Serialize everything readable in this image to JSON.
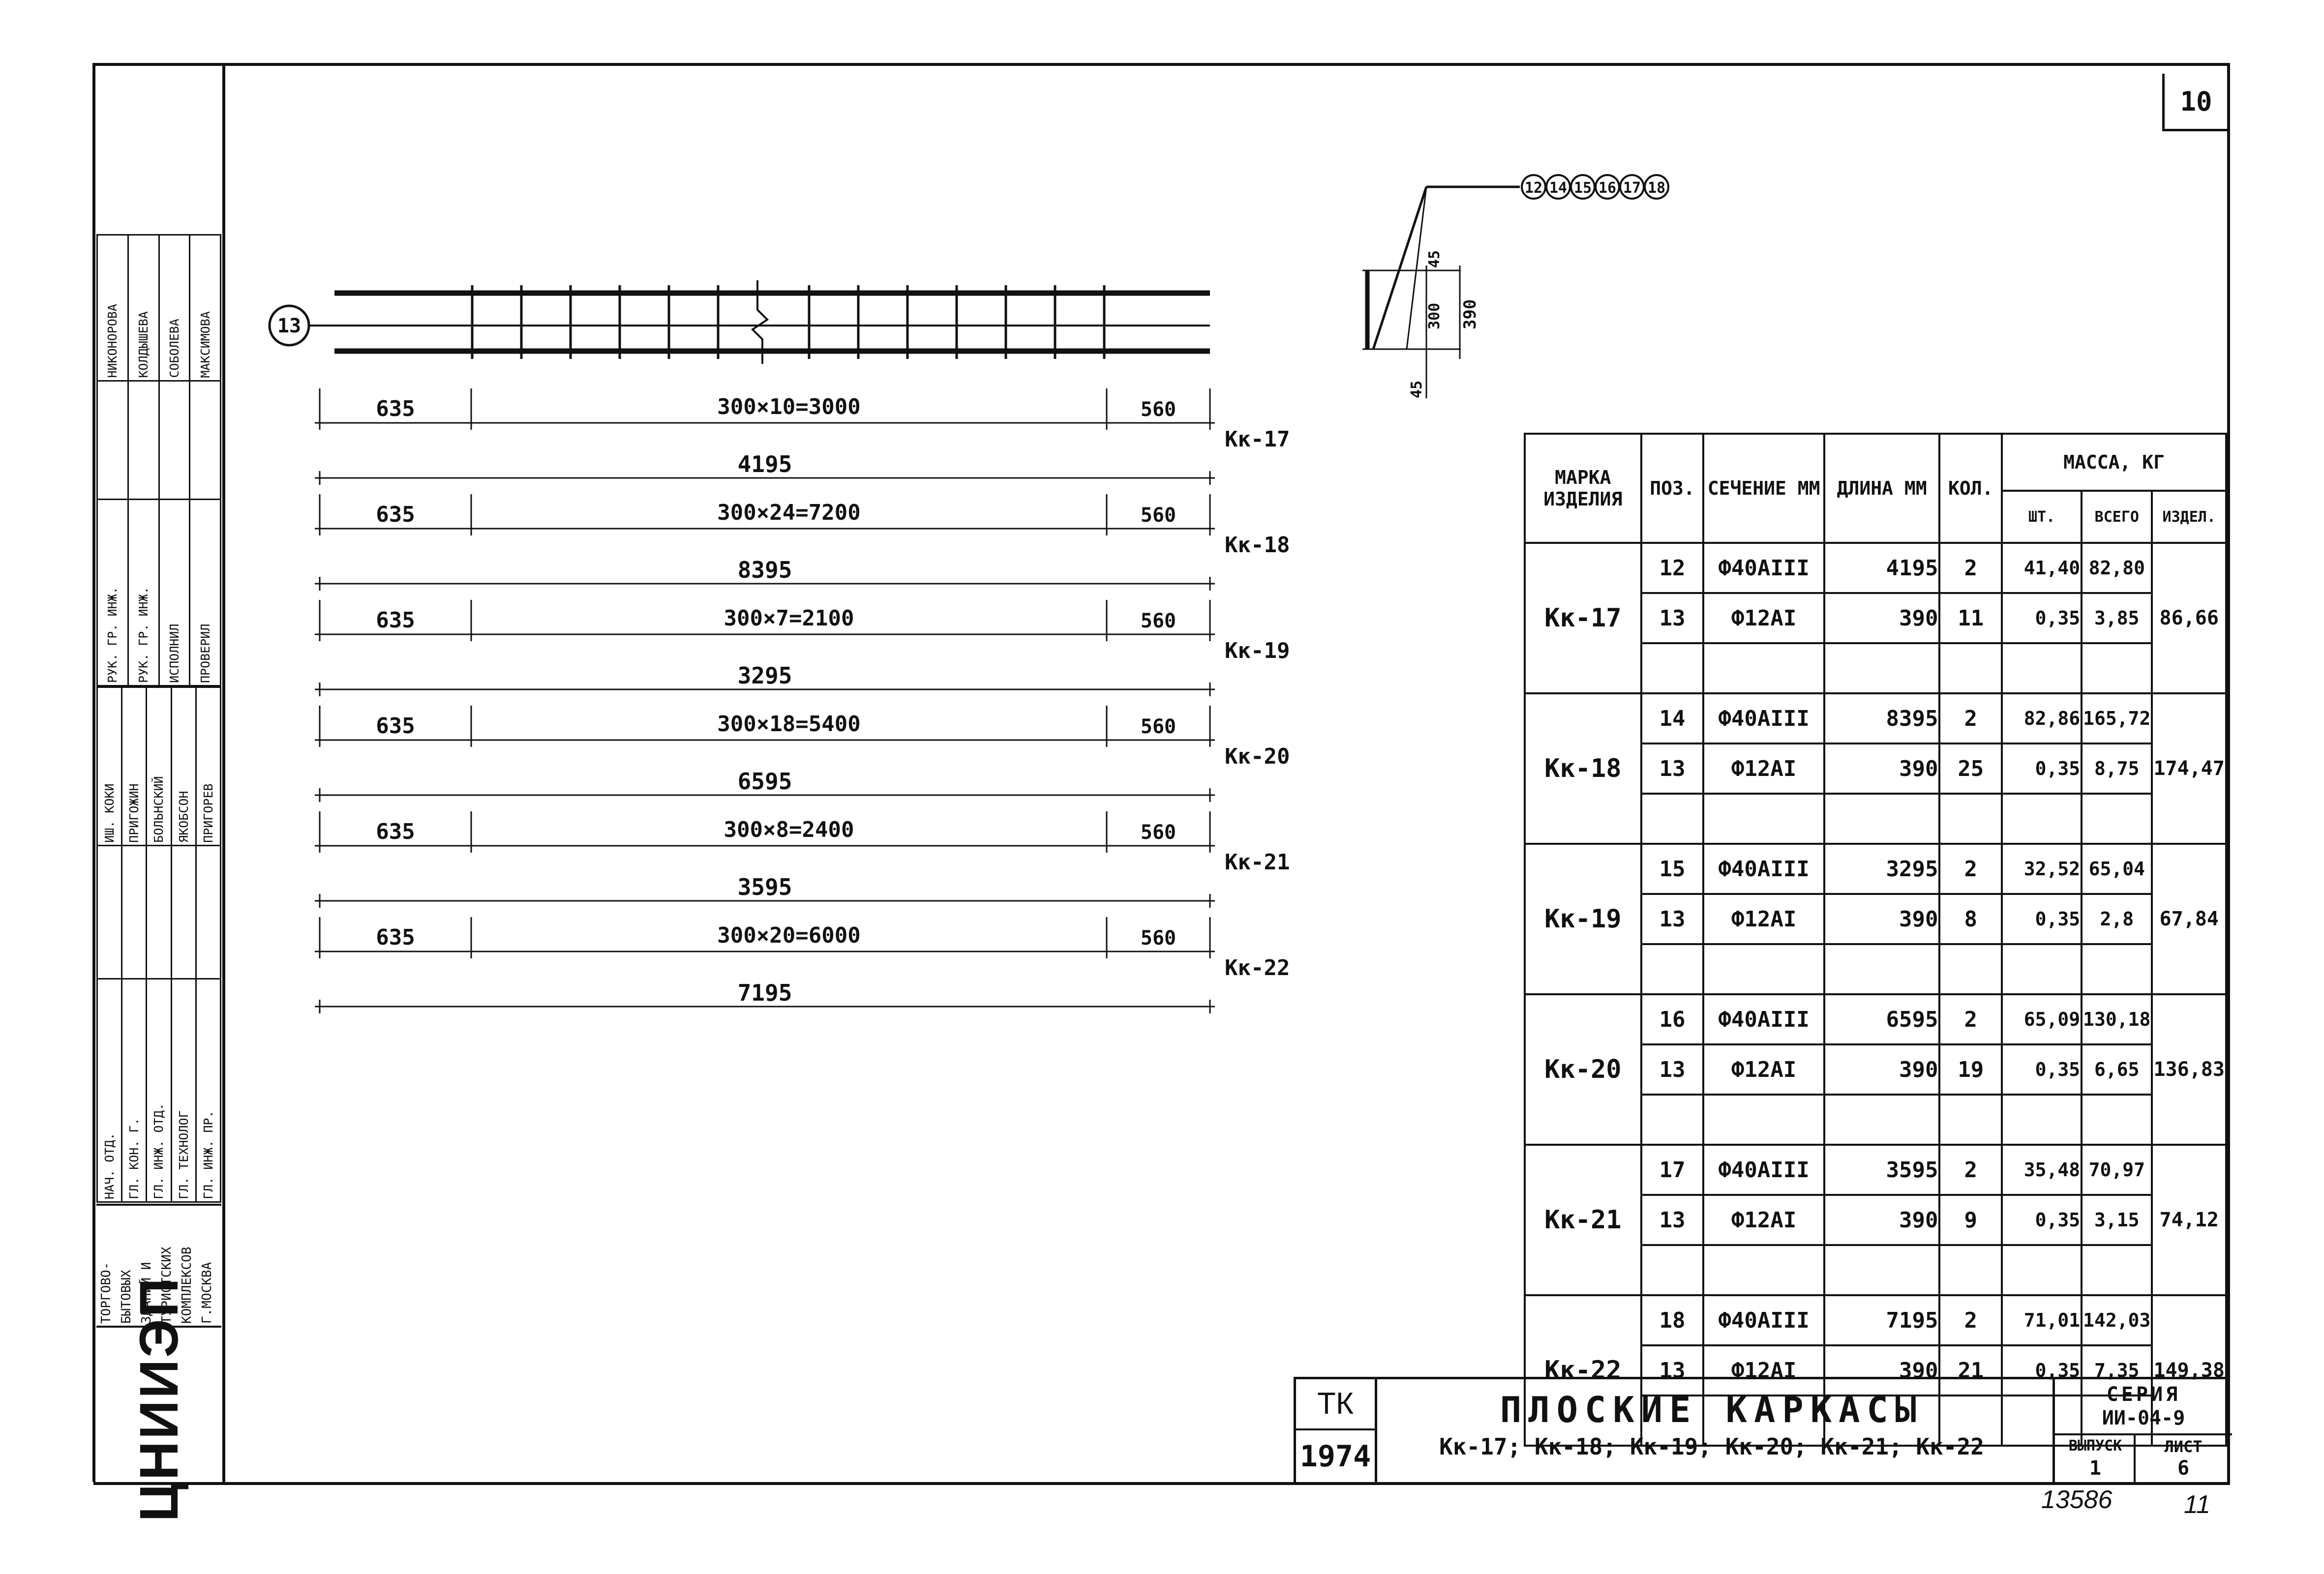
{
  "sheet": {
    "sheet_number": "10",
    "bottom_code": "13586",
    "bottom_mark": "11"
  },
  "org_stamp": {
    "logo": "ЦНИИЭП",
    "org_lines": [
      "ТОРГОВО-",
      "БЫТОВЫХ",
      "ЗДАНИЙ И",
      "ТУРИСТСКИХ",
      "КОМПЛЕКСОВ",
      "Г.МОСКВА"
    ],
    "rows": [
      {
        "role": "НАЧ. ОТД.",
        "name": "ИШ. КОКИ"
      },
      {
        "role": "ГЛ. КОН. Г.",
        "name": "ПРИГОЖИН"
      },
      {
        "role": "ГЛ. ИНЖ. ОТД.",
        "name": "БОЛЬНСКИЙ"
      },
      {
        "role": "ГЛ. ТЕХНОЛОГ",
        "name": "ЯКОБСОН"
      },
      {
        "role": "ГЛ. ИНЖ. ПР.",
        "name": "ПРИГОРЕВ"
      }
    ],
    "rows2": [
      {
        "role": "РУК. ГР. ИНЖ.",
        "name": "НИКОНОРОВА"
      },
      {
        "role": "РУК. ГР. ИНЖ.",
        "name": "КОЛДЫШЕВА"
      },
      {
        "role": "ИСПОЛНИЛ",
        "name": "СОБОЛЕВА"
      },
      {
        "role": "ПРОВЕРИЛ",
        "name": "МАКСИМОВА"
      }
    ]
  },
  "drawing": {
    "frame_tag": "13",
    "bar_tags": [
      "12",
      "14",
      "15",
      "16",
      "17",
      "18"
    ],
    "section_dims": [
      "45",
      "300",
      "390",
      "45"
    ],
    "rows": [
      {
        "left": "635",
        "middle": "300×10=3000",
        "right": "560",
        "total": "4195",
        "mark": "Кк-17"
      },
      {
        "left": "635",
        "middle": "300×24=7200",
        "right": "560",
        "total": "8395",
        "mark": "Кк-18"
      },
      {
        "left": "635",
        "middle": "300×7=2100",
        "right": "560",
        "total": "3295",
        "mark": "Кк-19"
      },
      {
        "left": "635",
        "middle": "300×18=5400",
        "right": "560",
        "total": "6595",
        "mark": "Кк-20"
      },
      {
        "left": "635",
        "middle": "300×8=2400",
        "right": "560",
        "total": "3595",
        "mark": "Кк-21"
      },
      {
        "left": "635",
        "middle": "300×20=6000",
        "right": "560",
        "total": "7195",
        "mark": "Кк-22"
      }
    ]
  },
  "spec_table": {
    "headers": {
      "mark": "МАРКА ИЗДЕЛИЯ",
      "pos": "ПОЗ.",
      "section": "СЕЧЕНИЕ ММ",
      "length": "ДЛИНА ММ",
      "qty": "КОЛ.",
      "mass": "МАССА, КГ",
      "mass_piece": "ШТ.",
      "mass_total": "ВСЕГО",
      "mass_item": "ИЗДЕЛ."
    },
    "groups": [
      {
        "mark": "Кк-17",
        "item_mass": "86,66",
        "lines": [
          {
            "pos": "12",
            "section": "Ф40АIII",
            "length": "4195",
            "qty": "2",
            "piece": "41,40",
            "total": "82,80"
          },
          {
            "pos": "13",
            "section": "Ф12АI",
            "length": "390",
            "qty": "11",
            "piece": "0,35",
            "total": "3,85"
          }
        ]
      },
      {
        "mark": "Кк-18",
        "item_mass": "174,47",
        "lines": [
          {
            "pos": "14",
            "section": "Ф40АIII",
            "length": "8395",
            "qty": "2",
            "piece": "82,86",
            "total": "165,72"
          },
          {
            "pos": "13",
            "section": "Ф12АI",
            "length": "390",
            "qty": "25",
            "piece": "0,35",
            "total": "8,75"
          }
        ]
      },
      {
        "mark": "Кк-19",
        "item_mass": "67,84",
        "lines": [
          {
            "pos": "15",
            "section": "Ф40АIII",
            "length": "3295",
            "qty": "2",
            "piece": "32,52",
            "total": "65,04"
          },
          {
            "pos": "13",
            "section": "Ф12АI",
            "length": "390",
            "qty": "8",
            "piece": "0,35",
            "total": "2,8"
          }
        ]
      },
      {
        "mark": "Кк-20",
        "item_mass": "136,83",
        "lines": [
          {
            "pos": "16",
            "section": "Ф40АIII",
            "length": "6595",
            "qty": "2",
            "piece": "65,09",
            "total": "130,18"
          },
          {
            "pos": "13",
            "section": "Ф12АI",
            "length": "390",
            "qty": "19",
            "piece": "0,35",
            "total": "6,65"
          }
        ]
      },
      {
        "mark": "Кк-21",
        "item_mass": "74,12",
        "lines": [
          {
            "pos": "17",
            "section": "Ф40АIII",
            "length": "3595",
            "qty": "2",
            "piece": "35,48",
            "total": "70,97"
          },
          {
            "pos": "13",
            "section": "Ф12АI",
            "length": "390",
            "qty": "9",
            "piece": "0,35",
            "total": "3,15"
          }
        ]
      },
      {
        "mark": "Кк-22",
        "item_mass": "149,38",
        "lines": [
          {
            "pos": "18",
            "section": "Ф40АIII",
            "length": "7195",
            "qty": "2",
            "piece": "71,01",
            "total": "142,03"
          },
          {
            "pos": "13",
            "section": "Ф12АI",
            "length": "390",
            "qty": "21",
            "piece": "0,35",
            "total": "7,35"
          }
        ]
      }
    ]
  },
  "title_block": {
    "code_top": "ТК",
    "code_bottom": "1974",
    "title": "ПЛОСКИЕ КАРКАСЫ",
    "subtitle": "Кк-17; Кк-18; Кк-19; Кк-20; Кк-21; Кк-22",
    "series_label": "СЕРИЯ",
    "series_value": "ИИ-04-9",
    "issue_label": "ВЫПУСК",
    "issue_value": "1",
    "sheet_label": "ЛИСТ",
    "sheet_value": "6"
  }
}
